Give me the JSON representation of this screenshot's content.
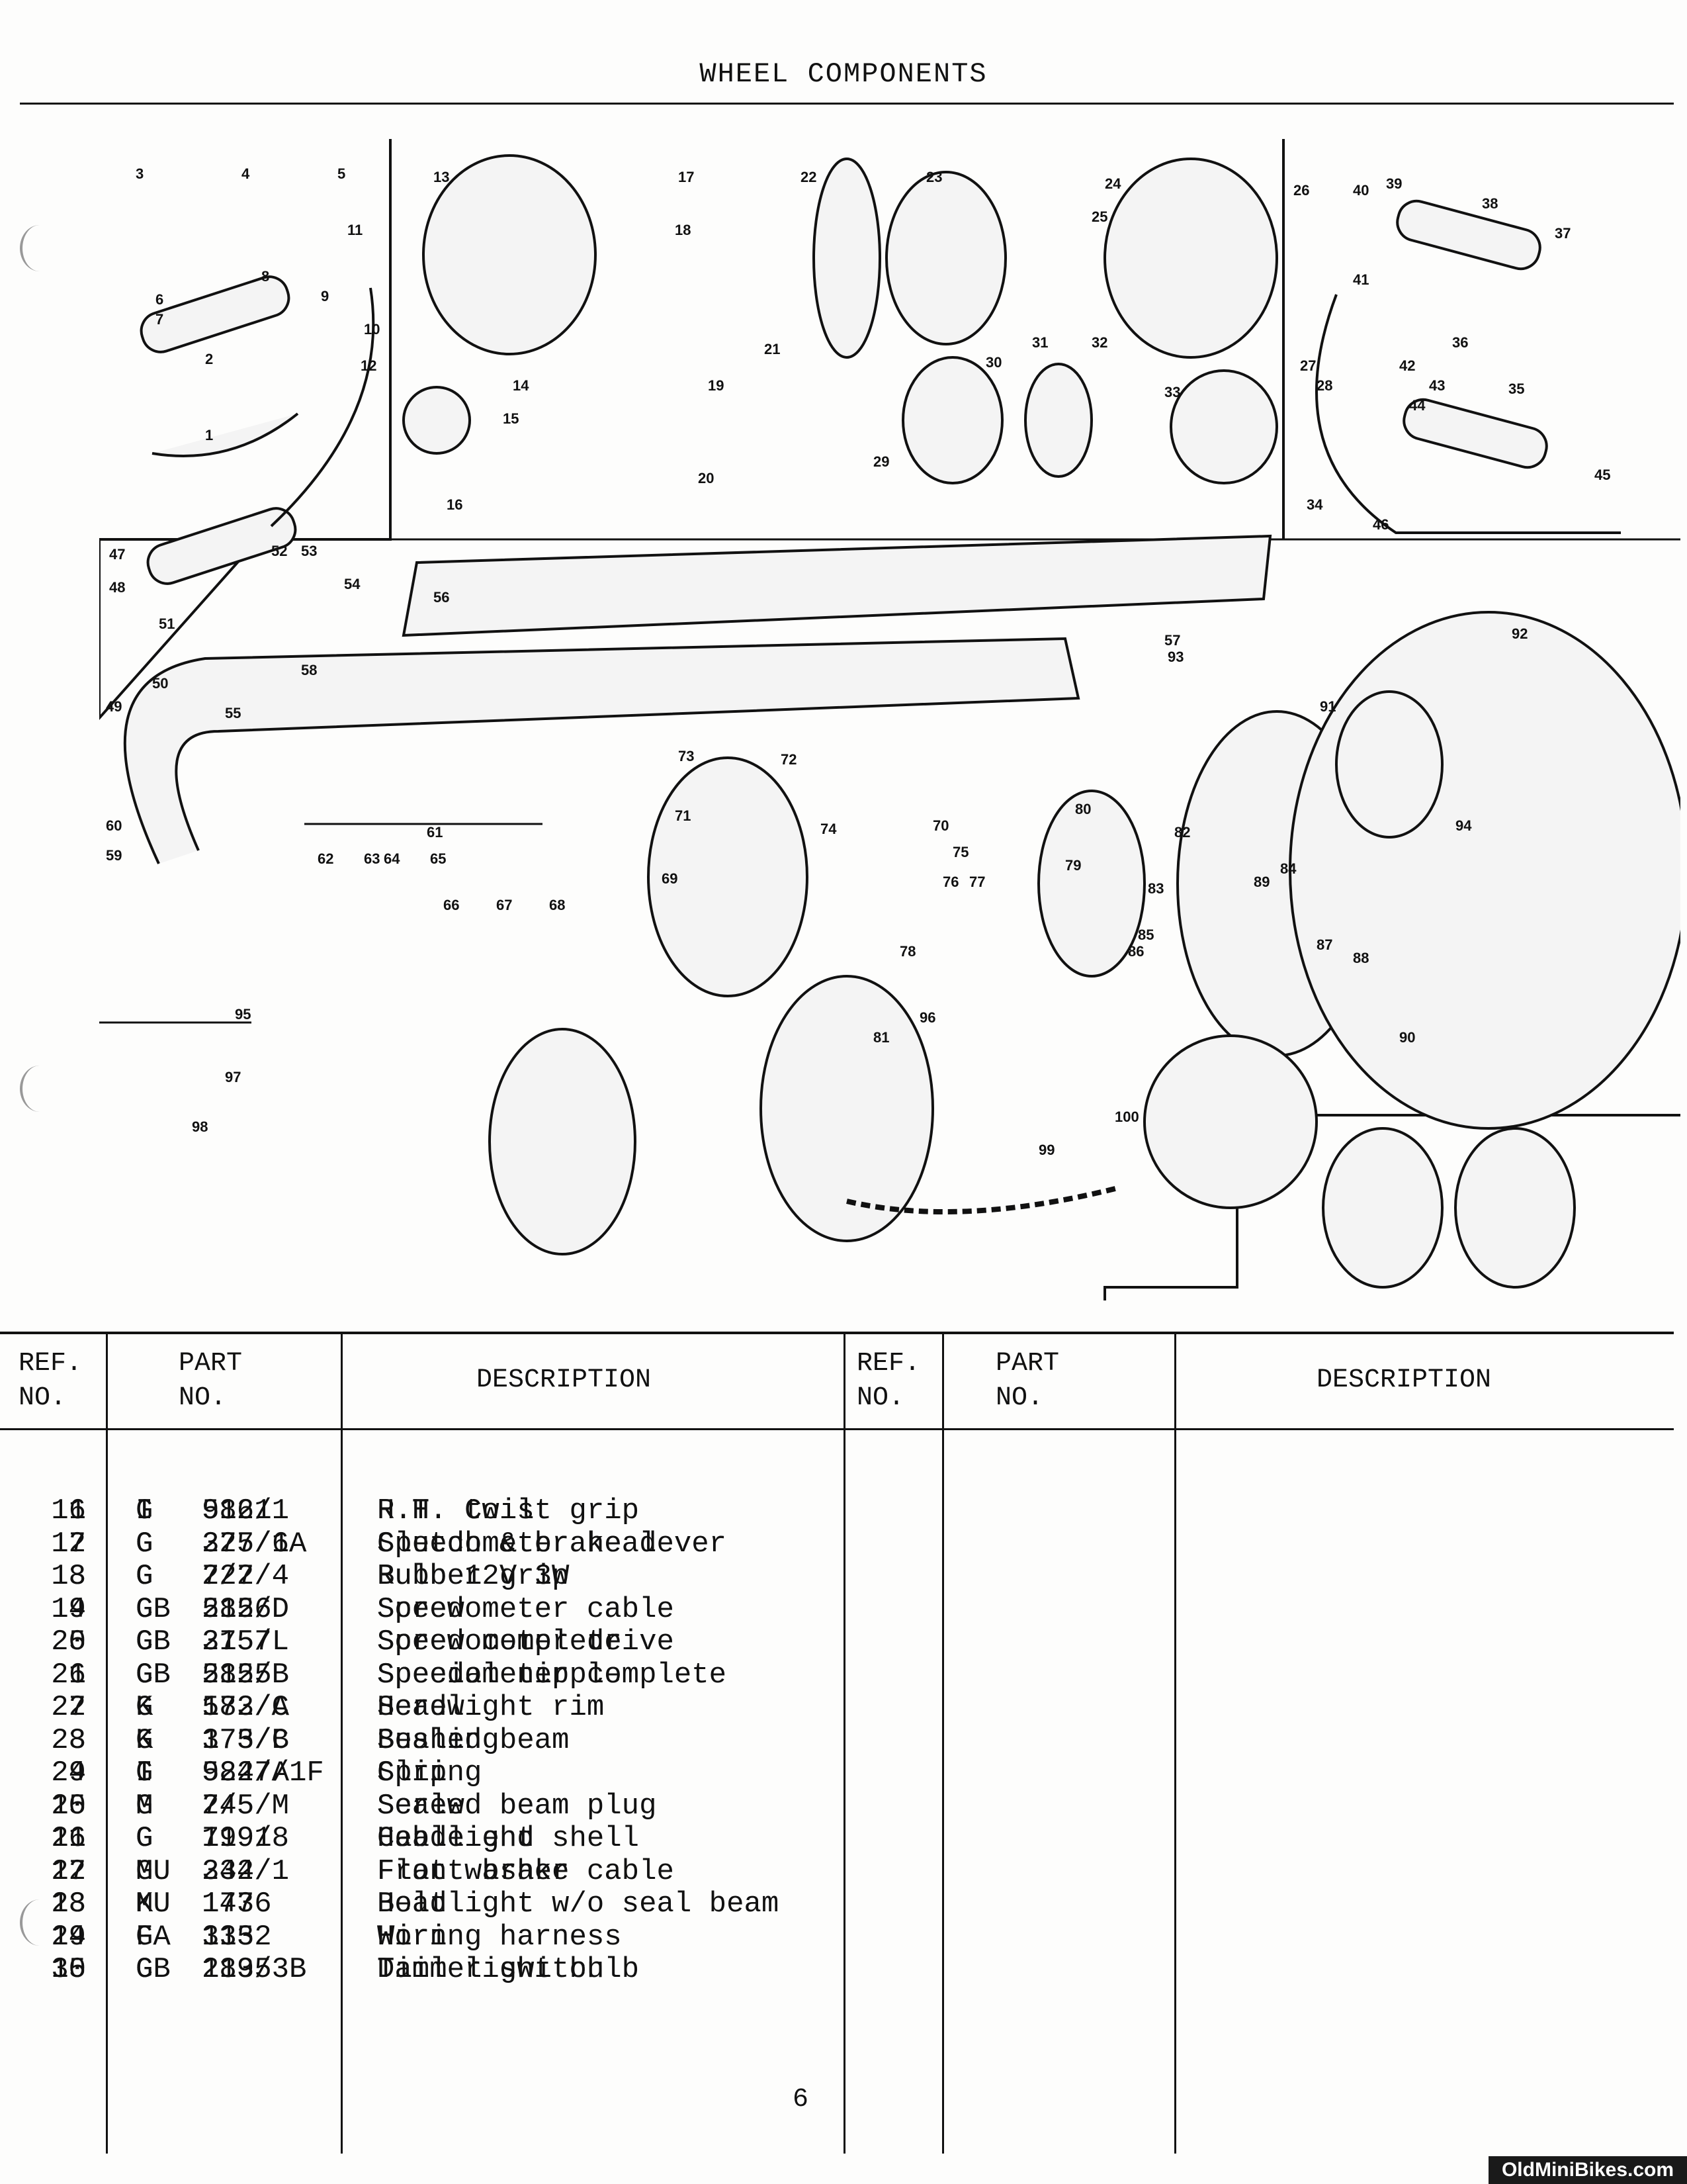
{
  "page_title": "WHEEL COMPONENTS",
  "diagram": {
    "callouts": [
      "1",
      "2",
      "3",
      "4",
      "5",
      "6",
      "7",
      "8",
      "9",
      "10",
      "11",
      "12",
      "13",
      "14",
      "15",
      "16",
      "17",
      "18",
      "19",
      "20",
      "21",
      "22",
      "23",
      "24",
      "25",
      "26",
      "27",
      "28",
      "29",
      "30",
      "31",
      "32",
      "33",
      "34",
      "35",
      "36",
      "37",
      "38",
      "39",
      "40",
      "41",
      "42",
      "43",
      "44",
      "45",
      "46",
      "47",
      "48",
      "49",
      "50",
      "51",
      "52",
      "53",
      "54",
      "55",
      "56",
      "57",
      "58",
      "59",
      "60",
      "61",
      "62",
      "63",
      "64",
      "65",
      "66",
      "67",
      "68",
      "69",
      "70",
      "71",
      "72",
      "73",
      "74",
      "75",
      "76",
      "77",
      "78",
      "79",
      "80",
      "81",
      "82",
      "83",
      "84",
      "85",
      "86",
      "87",
      "88",
      "89",
      "90",
      "91",
      "92",
      "93",
      "94",
      "95",
      "96",
      "97",
      "98",
      "99",
      "100"
    ]
  },
  "table": {
    "headers": {
      "ref_no": "REF.\nNO.",
      "part_no": "PART\nNO.",
      "description": "DESCRIPTION"
    },
    "left_rows": [
      {
        "ref": "1",
        "prefix": "G",
        "part": "582/1",
        "desc": "R.H. twist grip"
      },
      {
        "ref": "2",
        "prefix": "G",
        "part": "375/1A",
        "desc": "Clutch & brake lever"
      },
      {
        "ref": "3",
        "prefix": "G",
        "part": "7/2",
        "desc": "Rubber grip"
      },
      {
        "ref": "4",
        "prefix": "G",
        "part": "582/D",
        "desc": "Screw"
      },
      {
        "ref": "5",
        "prefix": "G",
        "part": "375/L",
        "desc": "Screw complete"
      },
      {
        "ref": "6",
        "prefix": "G",
        "part": "582/B",
        "desc": "Special nipple"
      },
      {
        "ref": "7",
        "prefix": "G",
        "part": "582/C",
        "desc": "Screw"
      },
      {
        "ref": "8",
        "prefix": "G",
        "part": "375/C",
        "desc": "Bushing"
      },
      {
        "ref": "9",
        "prefix": "G",
        "part": "582/A",
        "desc": "Spring"
      },
      {
        "ref": "10",
        "prefix": "G",
        "part": "7/5",
        "desc": "Screw"
      },
      {
        "ref": "11",
        "prefix": "G",
        "part": "7191",
        "desc": "Cable end"
      },
      {
        "ref": "12",
        "prefix": "G",
        "part": "244/1",
        "desc": "Front brake cable"
      },
      {
        "ref": "13",
        "prefix": "K",
        "part": "173",
        "desc": "Headlight w/o seal beam"
      },
      {
        "ref": "14",
        "prefix": "G",
        "part": "333",
        "desc": "Horn"
      },
      {
        "ref": "15",
        "prefix": "CB",
        "part": "1895",
        "desc": "Dimmer switch"
      }
    ],
    "right_rows": [
      {
        "ref": "16",
        "prefix": "I",
        "part": "9161",
        "desc": "H.T. Coil"
      },
      {
        "ref": "17",
        "prefix": "G",
        "part": "227/6",
        "desc": "Speedometer head"
      },
      {
        "ref": "18",
        "prefix": "G",
        "part": "227/4",
        "desc": "Bulb 12V 3W"
      },
      {
        "ref": "19",
        "prefix": "CB",
        "part": "2156",
        "desc": "Speedometer cable"
      },
      {
        "ref": "20",
        "prefix": "CB",
        "part": "2157",
        "desc": "Speedometer drive"
      },
      {
        "ref": "21",
        "prefix": "CB",
        "part": "2155",
        "desc": "Speedometer complete"
      },
      {
        "ref": "22",
        "prefix": "K",
        "part": "173/A",
        "desc": "Headlight rim"
      },
      {
        "ref": "23",
        "prefix": "K",
        "part": "173/B",
        "desc": "Sealed beam"
      },
      {
        "ref": "24",
        "prefix": "I",
        "part": "9247/1F",
        "desc": "Clip"
      },
      {
        "ref": "25",
        "prefix": "M",
        "part": "245/M",
        "desc": "Sealed beam plug"
      },
      {
        "ref": "26",
        "prefix": "G",
        "part": "199/8",
        "desc": "Headlight shell"
      },
      {
        "ref": "27",
        "prefix": "MU",
        "part": "332",
        "desc": "Flat washer"
      },
      {
        "ref": "28",
        "prefix": "MU",
        "part": "1476",
        "desc": "Bolt"
      },
      {
        "ref": "29",
        "prefix": "FA",
        "part": "1152",
        "desc": "Wiring harness"
      },
      {
        "ref": "30",
        "prefix": "G",
        "part": "213/3B",
        "desc": "Tail light bulb"
      }
    ]
  },
  "page_number": "6",
  "watermark": "OldMiniBikes.com"
}
